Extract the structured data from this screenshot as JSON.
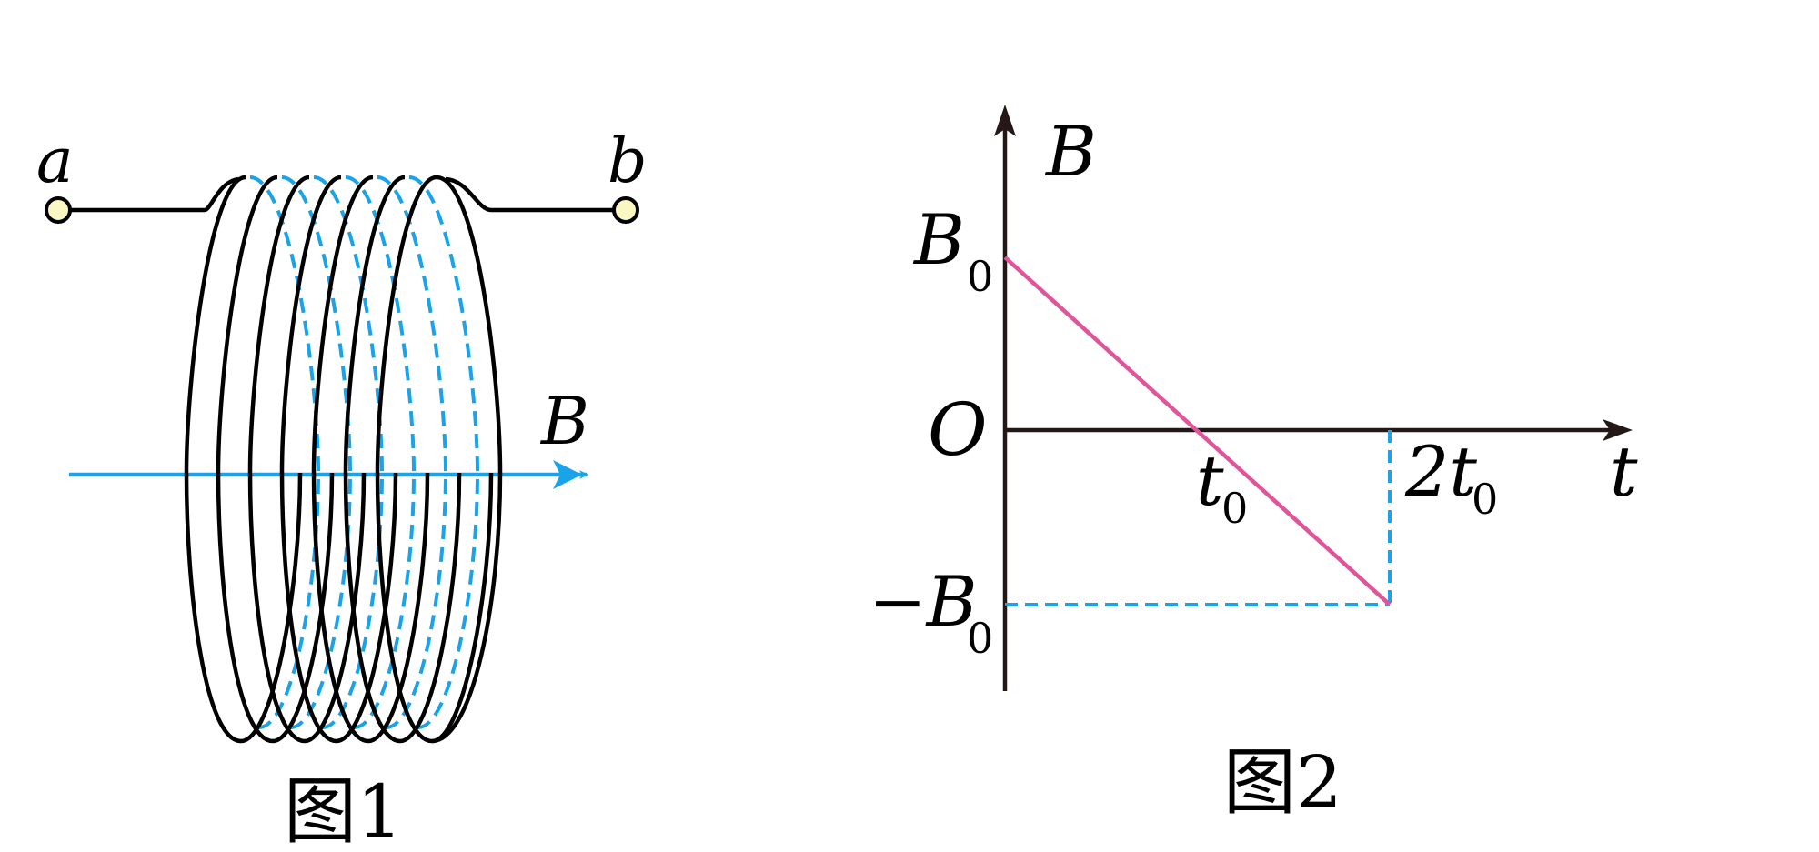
{
  "figure1": {
    "caption": "图1",
    "terminal_a": "a",
    "terminal_b": "b",
    "field_label": "B"
  },
  "figure2": {
    "caption": "图2",
    "y_axis_label": "B",
    "x_axis_label": "t",
    "origin_label": "O",
    "y_tick_top": {
      "main": "B",
      "sub": "0"
    },
    "y_tick_bottom": {
      "main": "−B",
      "sub": "0"
    },
    "x_tick_1": {
      "main": "t",
      "sub": "0"
    },
    "x_tick_2": {
      "main": "2t",
      "sub": "0"
    }
  },
  "colors": {
    "ink": "#000000",
    "axis": "#231815",
    "field_blue": "#1aa3e8",
    "graph_line": "#e0559a",
    "terminal_fill": "#fbf7c2"
  }
}
